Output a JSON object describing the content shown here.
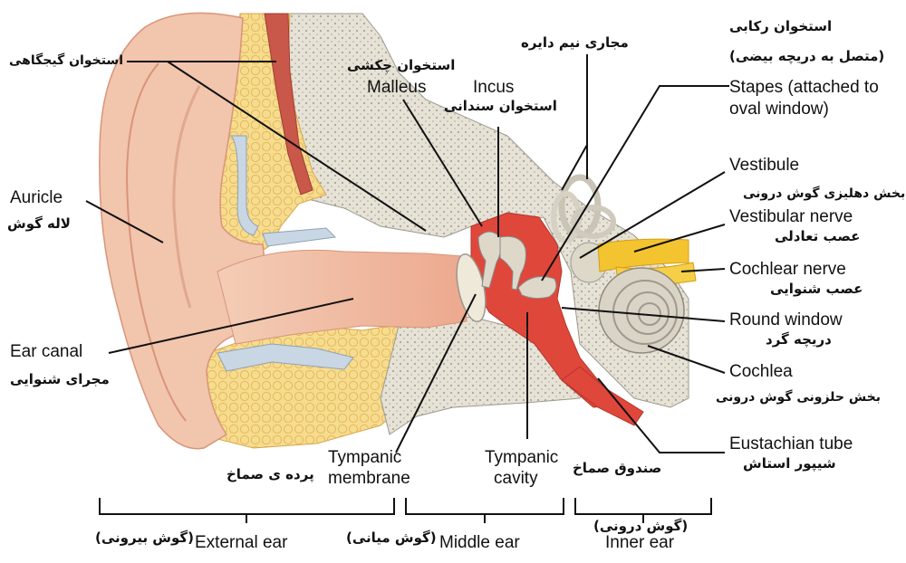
{
  "labels": {
    "auricle_en": "Auricle",
    "auricle_fa": "لاله گوش",
    "temporal_fa": "استخوان گیجگاهی",
    "ear_canal_en": "Ear canal",
    "ear_canal_fa": "مجرای شنوایی",
    "malleus_fa": "استخوان چکشی",
    "malleus_en": "Malleus",
    "incus_en": "Incus",
    "incus_fa": "استخوان سندانی",
    "semicircular_fa": "مجاری نیم دایره",
    "stapes_fa_1": "استخوان رکابی",
    "stapes_fa_2": "(متصل به دریچه بیضی)",
    "stapes_en_1": "Stapes (attached to",
    "stapes_en_2": "oval window)",
    "vestibule_en": "Vestibule",
    "vestibule_fa": "بخش دهلیزی گوش درونی",
    "vestibular_nerve_en": "Vestibular nerve",
    "vestibular_nerve_fa": "عصب تعادلی",
    "cochlear_nerve_en": "Cochlear nerve",
    "cochlear_nerve_fa": "عصب شنوایی",
    "round_window_en": "Round window",
    "round_window_fa": "دریچه گرد",
    "cochlea_en": "Cochlea",
    "cochlea_fa": "بخش حلزونی گوش درونی",
    "tympanic_membrane_en_1": "Tympanic",
    "tympanic_membrane_en_2": "membrane",
    "tympanic_membrane_fa": "پرده ی صماخ",
    "tympanic_cavity_en_1": "Tympanic",
    "tympanic_cavity_en_2": "cavity",
    "tympanic_cavity_fa": "صندوق صماخ",
    "eustachian_en": "Eustachian tube",
    "eustachian_fa": "شیپور استاش",
    "external_en": "External ear",
    "external_fa": "(گوش بیرونی)",
    "middle_en": "Middle ear",
    "middle_fa": "(گوش میانی)",
    "inner_en": "Inner ear",
    "inner_fa": "(گوش درونی)"
  },
  "colors": {
    "skin": "#f2c5ad",
    "skin_dark": "#e3a58a",
    "fat": "#f5d98a",
    "bone": "#e6e2d6",
    "bone_dot": "#b7b3a8",
    "cavity": "#e0473b",
    "muscle": "#c9574a",
    "nerve": "#f4c430",
    "cartilage": "#c9d6e3",
    "line": "#111111"
  }
}
